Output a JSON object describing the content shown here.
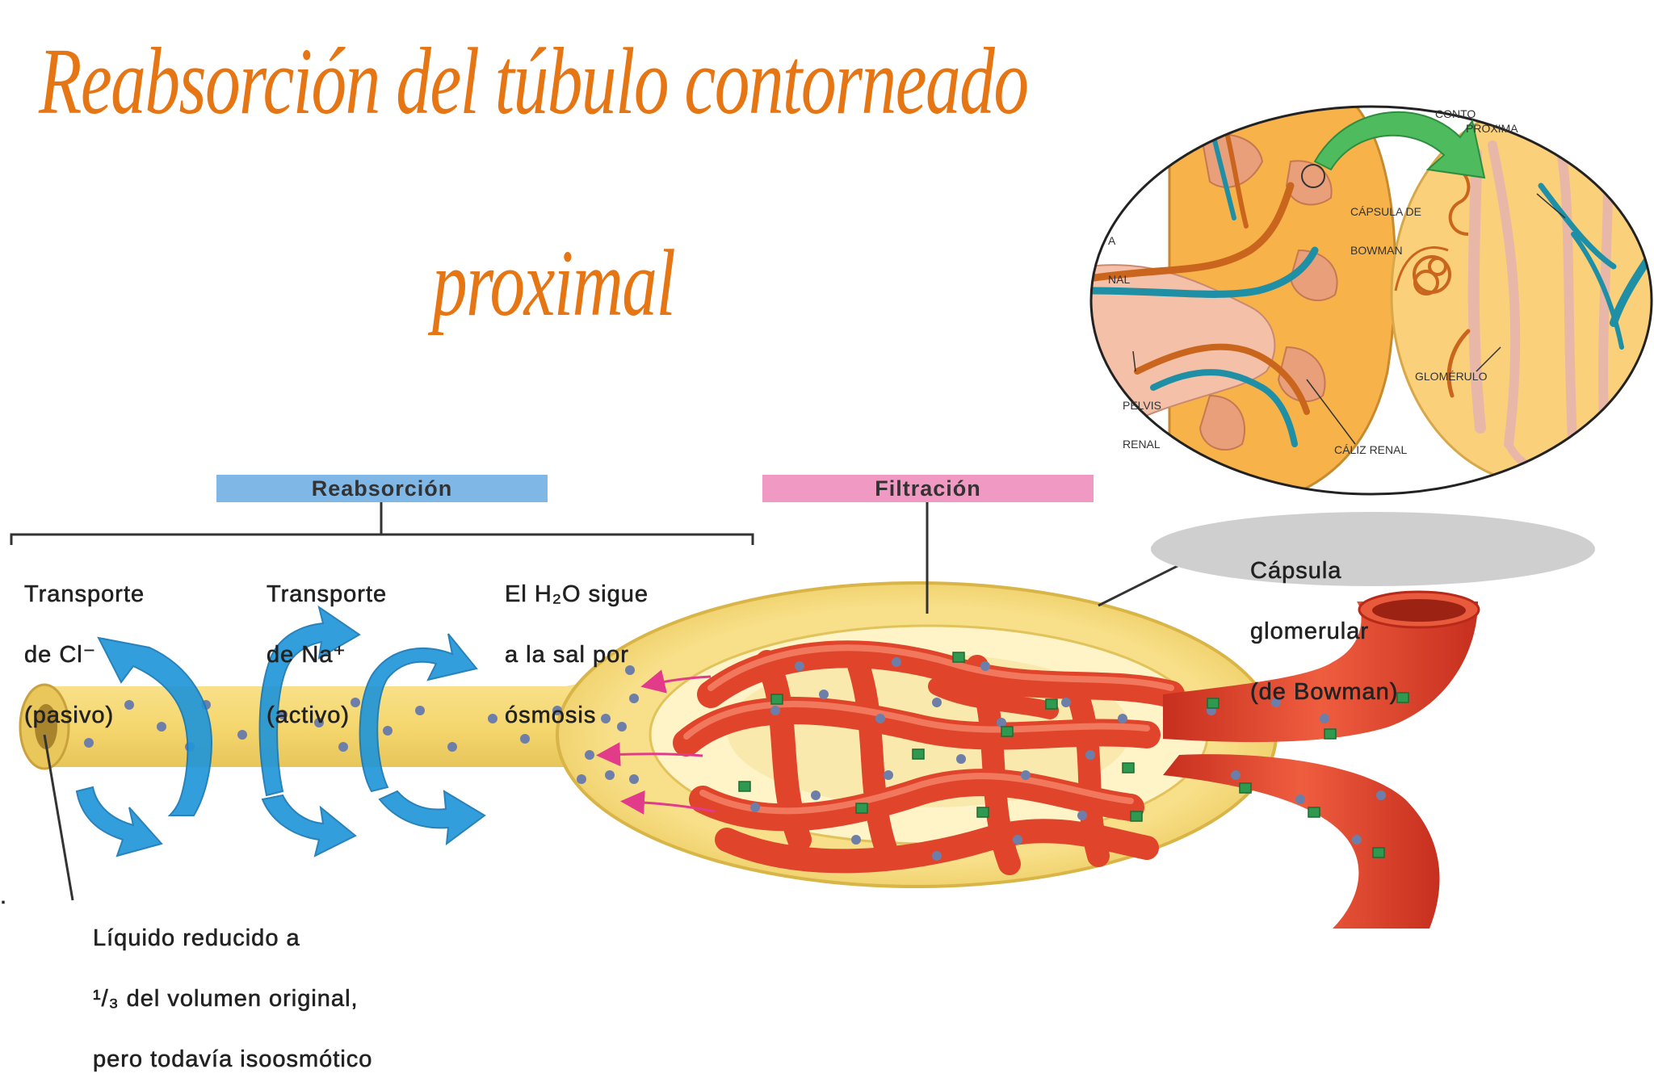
{
  "title": {
    "line1": "Reabsorción del túbulo  contorneado",
    "line2": "proximal"
  },
  "labels": {
    "reabsorcion": "Reabsorción",
    "filtracion": "Filtración",
    "capsula": [
      "Cápsula",
      "glomerular",
      "(de Bowman)"
    ],
    "cl": [
      "Transporte",
      "de Cl⁻",
      "(pasivo)"
    ],
    "na": [
      "Transporte",
      "de Na⁺",
      "(activo)"
    ],
    "h2o": [
      "El H₂O sigue",
      "a la sal por",
      "ósmosis"
    ],
    "liquido": [
      "Líquido reducido a",
      "¹/₃ del volumen original,",
      "pero todavía isoosmótico"
    ],
    "bullet": "."
  },
  "inset": {
    "conto": "CONTO",
    "proxima": "PROXIMA",
    "capsula_de": [
      "CÁPSULA DE",
      "BOWMAN"
    ],
    "nal": [
      "A",
      "NAL"
    ],
    "pelvis": [
      "PELVIS",
      "RENAL"
    ],
    "glomerulo": "GLOMÉRULO",
    "caliz": "CÁLIZ RENAL"
  },
  "colors": {
    "title": "#e67514",
    "reabsorcion_box": "#7fb8e6",
    "filtracion_box": "#f09ac3",
    "tubule": "#f5d76e",
    "vessel": "#e0442a",
    "arrows": "#2196d8",
    "inset_border": "#222222",
    "green_arrow": "#4dbb5e"
  }
}
